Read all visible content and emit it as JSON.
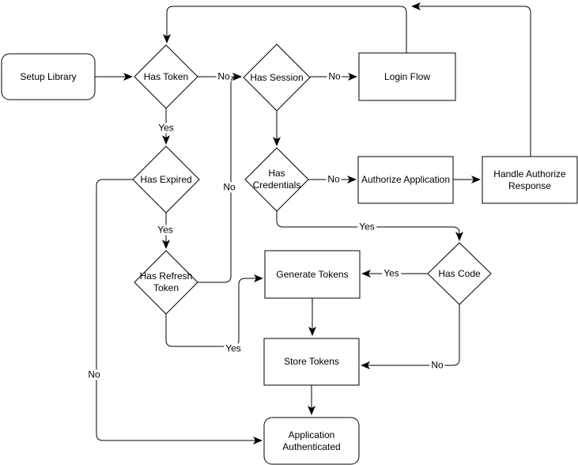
{
  "diagram": {
    "type": "flowchart",
    "background_color": "#ffffff",
    "line_color": "#000000",
    "text_color": "#000000",
    "nodes": [
      {
        "id": "setup-library",
        "shape": "rounded-rect",
        "label": "Setup Library"
      },
      {
        "id": "has-token",
        "shape": "diamond",
        "label": "Has Token"
      },
      {
        "id": "has-session",
        "shape": "diamond",
        "label": "Has Session"
      },
      {
        "id": "login-flow",
        "shape": "rect",
        "label": "Login Flow"
      },
      {
        "id": "has-expired",
        "shape": "diamond",
        "label": "Has Expired"
      },
      {
        "id": "has-credentials",
        "shape": "diamond",
        "label": "Has\nCredentials"
      },
      {
        "id": "authorize-application",
        "shape": "rect",
        "label": "Authorize Application"
      },
      {
        "id": "handle-authorize-response",
        "shape": "rect",
        "label": "Handle Authorize\nResponse"
      },
      {
        "id": "has-refresh-token",
        "shape": "diamond",
        "label": "Has Refresh\nToken"
      },
      {
        "id": "generate-tokens",
        "shape": "rect",
        "label": "Generate Tokens"
      },
      {
        "id": "has-code",
        "shape": "diamond",
        "label": "Has Code"
      },
      {
        "id": "store-tokens",
        "shape": "rect",
        "label": "Store Tokens"
      },
      {
        "id": "application-authenticated",
        "shape": "rounded-rect",
        "label": "Application\nAuthenticated"
      }
    ],
    "edge_labels": [
      {
        "edge": "has-token-to-has-session",
        "text": "No"
      },
      {
        "edge": "has-token-to-has-expired",
        "text": "Yes"
      },
      {
        "edge": "has-session-to-login-flow",
        "text": "No"
      },
      {
        "edge": "has-refresh-token-to-has-session",
        "text": "No"
      },
      {
        "edge": "has-credentials-to-authorize-application",
        "text": "No"
      },
      {
        "edge": "has-expired-to-has-refresh-token",
        "text": "Yes"
      },
      {
        "edge": "has-credentials-to-has-code",
        "text": "Yes"
      },
      {
        "edge": "has-code-to-generate-tokens",
        "text": "Yes"
      },
      {
        "edge": "has-refresh-token-to-generate-tokens",
        "text": "Yes"
      },
      {
        "edge": "has-code-to-store-tokens",
        "text": "No"
      },
      {
        "edge": "has-expired-to-application-authenticated",
        "text": "No"
      }
    ]
  }
}
